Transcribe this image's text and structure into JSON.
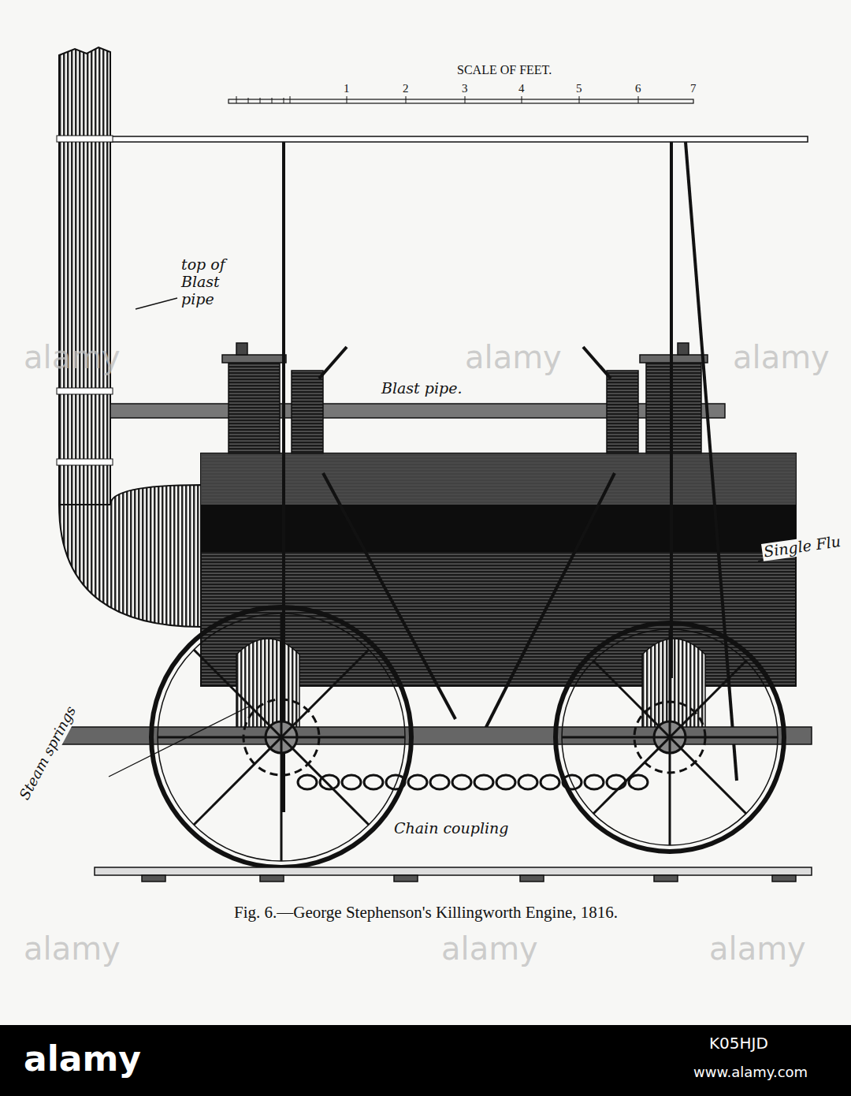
{
  "diagram": {
    "caption": "Fig. 6.—George Stephenson's Killingworth Engine, 1816.",
    "labels": [
      "SCALE OF FEET.",
      "1",
      "2",
      "3",
      "4",
      "5",
      "6",
      "7",
      "top of Blast pipe",
      "Blast pipe.",
      "Single Flu",
      "Steam springs",
      "Chain coupling",
      "alamy",
      "alamy",
      "alamy",
      "alamy",
      "alamy",
      "alamy",
      "alamy",
      "K05HJD",
      "www.alamy.com"
    ]
  }
}
